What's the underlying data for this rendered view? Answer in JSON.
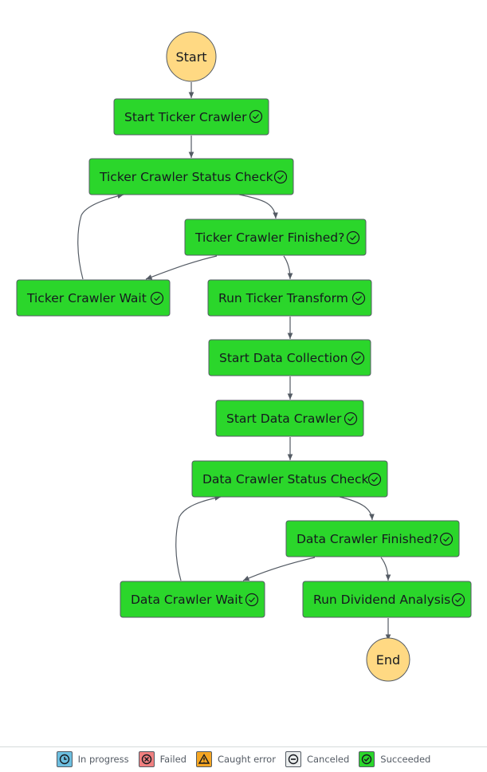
{
  "diagram": {
    "start_label": "Start",
    "end_label": "End",
    "states": [
      {
        "id": "s1",
        "label": "Start Ticker Crawler",
        "status": "succeeded"
      },
      {
        "id": "s2",
        "label": "Ticker Crawler Status Check",
        "status": "succeeded"
      },
      {
        "id": "s3",
        "label": "Ticker Crawler Finished?",
        "status": "succeeded"
      },
      {
        "id": "s4",
        "label": "Ticker Crawler Wait",
        "status": "succeeded"
      },
      {
        "id": "s5",
        "label": "Run Ticker Transform",
        "status": "succeeded"
      },
      {
        "id": "s6",
        "label": "Start Data Collection",
        "status": "succeeded"
      },
      {
        "id": "s7",
        "label": "Start Data Crawler",
        "status": "succeeded"
      },
      {
        "id": "s8",
        "label": "Data Crawler Status Check",
        "status": "succeeded"
      },
      {
        "id": "s9",
        "label": "Data Crawler Finished?",
        "status": "succeeded"
      },
      {
        "id": "s10",
        "label": "Data Crawler Wait",
        "status": "succeeded"
      },
      {
        "id": "s11",
        "label": "Run Dividend Analysis",
        "status": "succeeded"
      }
    ],
    "edges": [
      {
        "from": "start",
        "to": "s1"
      },
      {
        "from": "s1",
        "to": "s2"
      },
      {
        "from": "s2",
        "to": "s3"
      },
      {
        "from": "s3",
        "to": "s4"
      },
      {
        "from": "s3",
        "to": "s5"
      },
      {
        "from": "s4",
        "to": "s2"
      },
      {
        "from": "s5",
        "to": "s6"
      },
      {
        "from": "s6",
        "to": "s7"
      },
      {
        "from": "s7",
        "to": "s8"
      },
      {
        "from": "s8",
        "to": "s9"
      },
      {
        "from": "s9",
        "to": "s10"
      },
      {
        "from": "s9",
        "to": "s11"
      },
      {
        "from": "s10",
        "to": "s8"
      },
      {
        "from": "s11",
        "to": "end"
      }
    ]
  },
  "legend": {
    "in_progress": "In progress",
    "failed": "Failed",
    "caught_error": "Caught error",
    "canceled": "Canceled",
    "succeeded": "Succeeded"
  },
  "colors": {
    "succeeded": "#2bd62b",
    "terminal": "#ffd983",
    "in_progress": "#6dbfe0",
    "failed": "#f08080",
    "caught_error": "#f5a623",
    "canceled": "#eaeded",
    "edge": "#545b64"
  }
}
